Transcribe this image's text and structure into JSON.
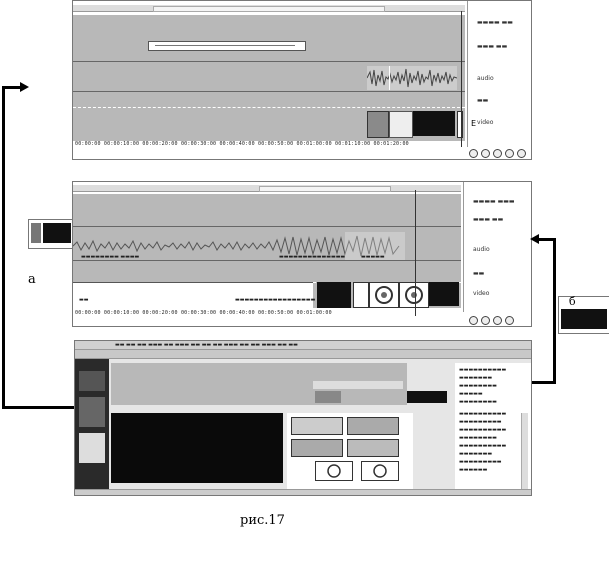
{
  "figure": {
    "caption": "рис.17",
    "label_a": "а",
    "label_b": "б"
  },
  "panel_top": {
    "track_labels": [
      "",
      "",
      "audio",
      "",
      "video"
    ],
    "title_clip": "",
    "ruler_text": "00:00:00   00:00:10:00   00:00:20:00   00:00:30:00   00:00:40:00   00:00:50:00   00:01:00:00   00:01:10:00   00:01:20:00"
  },
  "panel_mid": {
    "track_labels": [
      "",
      "",
      "audio",
      "",
      "video"
    ],
    "ruler_text": "00:00:00   00:00:10:00   00:00:20:00   00:00:30:00   00:00:40:00   00:00:50:00   00:01:00:00"
  },
  "panel_bottom": {
    "menu_text": ""
  }
}
